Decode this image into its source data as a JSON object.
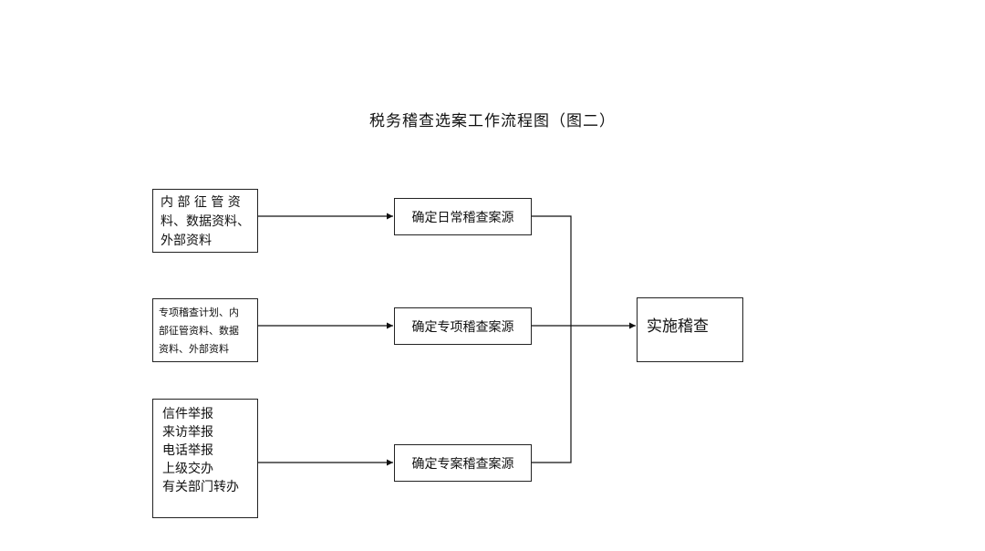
{
  "title": "税务稽查选案工作流程图（图二）",
  "sources": [
    {
      "lines": [
        "内 部 征 管 资",
        "料、数据资料、",
        "外部资料"
      ]
    },
    {
      "lines": [
        "专项稽查计划、内",
        "部征管资料、数据",
        "资料、外部资料"
      ]
    },
    {
      "lines": [
        "信件举报",
        "来访举报",
        "电话举报",
        "上级交办",
        "有关部门转办"
      ]
    }
  ],
  "steps": [
    "确定日常稽查案源",
    "确定专项稽查案源",
    "确定专案稽查案源"
  ],
  "target": "实施稽查"
}
